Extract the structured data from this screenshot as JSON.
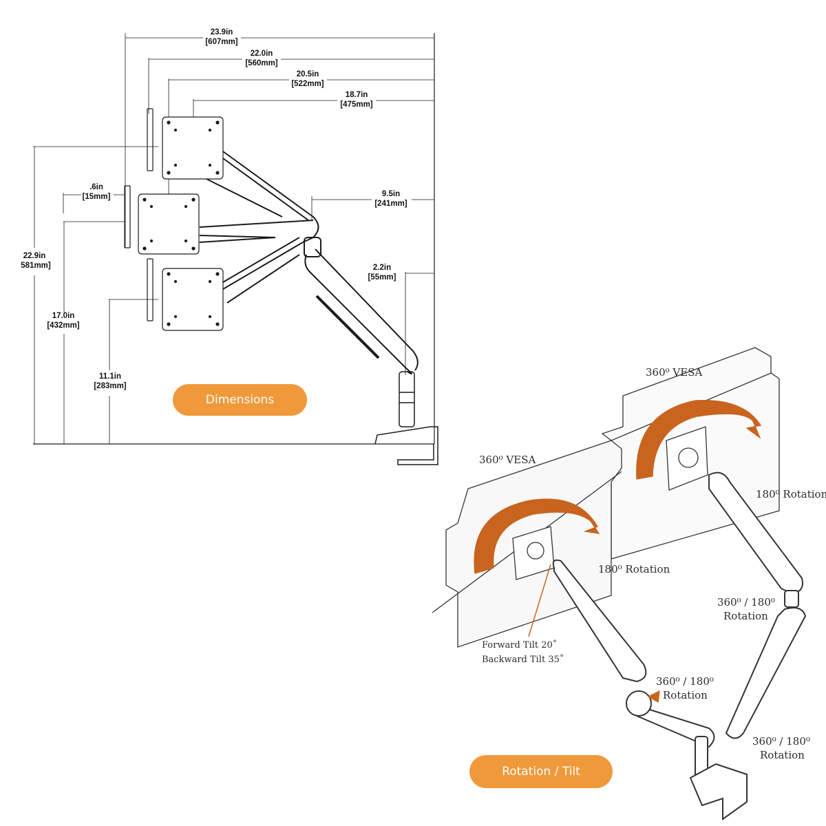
{
  "dimensions_diagram": {
    "button_label": "Dimensions",
    "widths": [
      {
        "in": "23.9in",
        "mm": "[607mm]"
      },
      {
        "in": "22.0in",
        "mm": "[560mm]"
      },
      {
        "in": "20.5in",
        "mm": "[522mm]"
      },
      {
        "in": "18.7in",
        "mm": "[475mm]"
      }
    ],
    "offset_small": {
      "in": ".6in",
      "mm": "[15mm]"
    },
    "reach": {
      "in": "9.5in",
      "mm": "[241mm]"
    },
    "pole": {
      "in": "2.2in",
      "mm": "[55mm]"
    },
    "heights": [
      {
        "in": "22.9in",
        "mm": "581mm]"
      },
      {
        "in": "17.0in",
        "mm": "[432mm]"
      },
      {
        "in": "11.1in",
        "mm": "[283mm]"
      }
    ]
  },
  "rotation_diagram": {
    "button_label": "Rotation / Tilt",
    "vesa_label": "360⁰ VESA",
    "rotation_180": "180⁰ Rotation",
    "rotation_360_180": "360⁰ / 180⁰",
    "rotation_word": "Rotation",
    "tilt_forward": "Forward Tilt 20˚",
    "tilt_backward": "Backward Tilt 35˚"
  },
  "colors": {
    "accent": "#f0993a",
    "arrow": "#c8641e",
    "line": "#1a1a1a"
  }
}
